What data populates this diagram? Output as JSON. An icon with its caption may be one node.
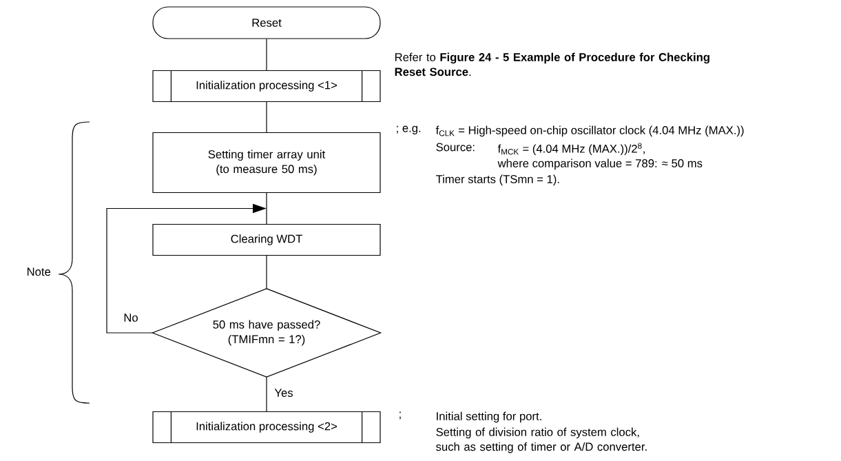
{
  "diagram": {
    "nodes": [
      {
        "text": [
          "Reset"
        ]
      },
      {
        "text": [
          "Initialization processing <1>"
        ]
      },
      {
        "text": [
          "Setting timer array unit (to measure 50 ms)"
        ]
      },
      {
        "text": [
          "Clearing WDT"
        ]
      },
      {
        "text": [
          "50 ms have passed? (TMIFmn = 1?)"
        ]
      },
      {
        "text": [
          "Initialization processing <2>"
        ]
      }
    ],
    "edges": [
      {
        "from": 0,
        "to": 1,
        "arrow": "none"
      },
      {
        "from": 1,
        "to": 2,
        "arrow": "none"
      },
      {
        "from": 2,
        "to": 3,
        "arrow": "none"
      },
      {
        "from": 3,
        "to": 4,
        "arrow": "none"
      },
      {
        "from": 4,
        "to": 3,
        "arrow": "to",
        "label": "No"
      },
      {
        "from": 4,
        "to": 5,
        "arrow": "none",
        "label": "Yes"
      }
    ],
    "labels": [
      "Refer to **Figure 24 - 5 Example of Procedure for Checking Reset Source**.",
      "; e.g.",
      "f$_{CLK}$ = High-speed on-chip oscillator clock (4.04 MHz (MAX.))",
      "Source:",
      "f$_{MCK}$ = (4.04 MHz (MAX.))/2$^{8}$,",
      "where comparison value = 789: ≈ 50 ms",
      "Timer starts (TSmn = 1).",
      "Note",
      ";",
      "Initial setting for port.",
      "Setting of division ratio of system clock, such as setting of timer or A/D converter."
    ]
  }
}
